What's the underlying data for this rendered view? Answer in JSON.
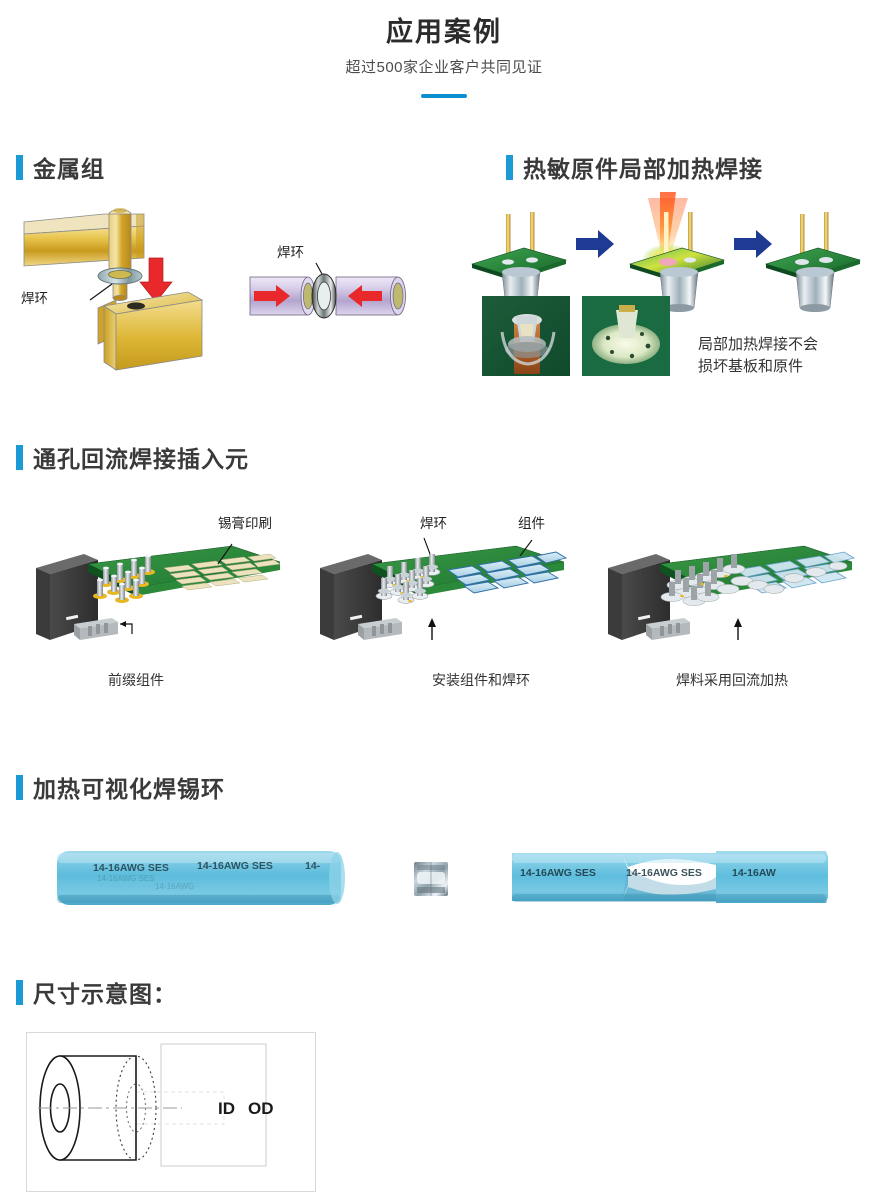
{
  "header": {
    "title": "应用案例",
    "subtitle": "超过500家企业客户共同见证",
    "accent_color": "#0b8fd0"
  },
  "theme": {
    "accent_blue": "#1b9ad6",
    "heading_color": "#3a3a3a",
    "arrow_blue": "#1f3a93",
    "arrow_red": "#e8282b",
    "pcb_green": "#2e8b3d",
    "brass_gold": "#d4a72c",
    "tube_blue": "#7ec8e3"
  },
  "sections": [
    {
      "id": "metal-assembly",
      "heading": "金属组",
      "figures": [
        {
          "id": "pin-block",
          "labels": [
            "焊环"
          ]
        },
        {
          "id": "tube-joint",
          "labels": [
            "焊环"
          ]
        }
      ]
    },
    {
      "id": "heat-sensitive",
      "heading": "热敏原件局部加热焊接",
      "caption_lines": [
        "局部加热焊接不会",
        "损坏基板和原件"
      ],
      "stages": 3
    },
    {
      "id": "through-hole-reflow",
      "heading": "通孔回流焊接插入元",
      "panels": [
        {
          "id": "panel-paste",
          "top_labels": [
            "锡膏印刷"
          ],
          "caption": "前缀组件"
        },
        {
          "id": "panel-mount",
          "top_labels": [
            "焊环",
            "组件"
          ],
          "caption": "安装组件和焊环"
        },
        {
          "id": "panel-reflow",
          "top_labels": [],
          "caption": "焊料采用回流加热"
        }
      ]
    },
    {
      "id": "heat-visual-ring",
      "heading": "加热可视化焊锡环",
      "products": [
        {
          "id": "tube-straight",
          "markings": [
            "14-16AWG SES",
            "14-16AWG SES",
            "14-"
          ]
        },
        {
          "id": "solder-ring",
          "markings": []
        },
        {
          "id": "tube-shrunk",
          "markings": [
            "14-16AWG SES",
            "14-16AWG SES",
            "14-16AW"
          ]
        }
      ]
    },
    {
      "id": "dimension-diagram",
      "heading": "尺寸示意图：",
      "dimension_labels": [
        "ID",
        "OD"
      ]
    }
  ]
}
